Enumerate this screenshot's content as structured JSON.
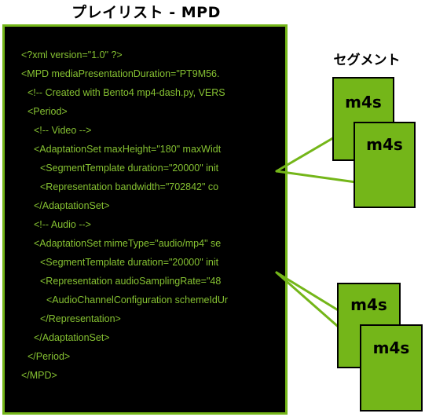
{
  "titles": {
    "playlist": "プレイリスト - MPD",
    "segments": "セグメント"
  },
  "mpd_lines": [
    {
      "text": "<?xml version=\"1.0\" ?>",
      "indent": 0
    },
    {
      "text": "<MPD mediaPresentationDuration=\"PT9M56.",
      "indent": 0
    },
    {
      "text": "<!-- Created with Bento4 mp4-dash.py, VERS",
      "indent": 1
    },
    {
      "text": "<Period>",
      "indent": 1
    },
    {
      "text": "<!-- Video -->",
      "indent": 2
    },
    {
      "text": "<AdaptationSet maxHeight=\"180\" maxWidt",
      "indent": 2
    },
    {
      "text": "<SegmentTemplate duration=\"20000\" init",
      "indent": 3
    },
    {
      "text": "<Representation bandwidth=\"702842\" co",
      "indent": 3
    },
    {
      "text": "</AdaptationSet>",
      "indent": 2
    },
    {
      "text": "<!-- Audio -->",
      "indent": 2
    },
    {
      "text": "<AdaptationSet mimeType=\"audio/mp4\" se",
      "indent": 2
    },
    {
      "text": "<SegmentTemplate duration=\"20000\" init",
      "indent": 3
    },
    {
      "text": "<Representation audioSamplingRate=\"48",
      "indent": 3
    },
    {
      "text": "<AudioChannelConfiguration schemeIdUr",
      "indent": 4
    },
    {
      "text": "</Representation>",
      "indent": 3
    },
    {
      "text": "</AdaptationSet>",
      "indent": 2
    },
    {
      "text": "</Period>",
      "indent": 1
    },
    {
      "text": "</MPD>",
      "indent": 0
    }
  ],
  "segments": {
    "video": [
      "m4s",
      "m4s"
    ],
    "audio": [
      "m4s",
      "m4s"
    ]
  },
  "colors": {
    "panel_background": "#000000",
    "accent_green": "#74b619",
    "code_text": "#86c232"
  }
}
